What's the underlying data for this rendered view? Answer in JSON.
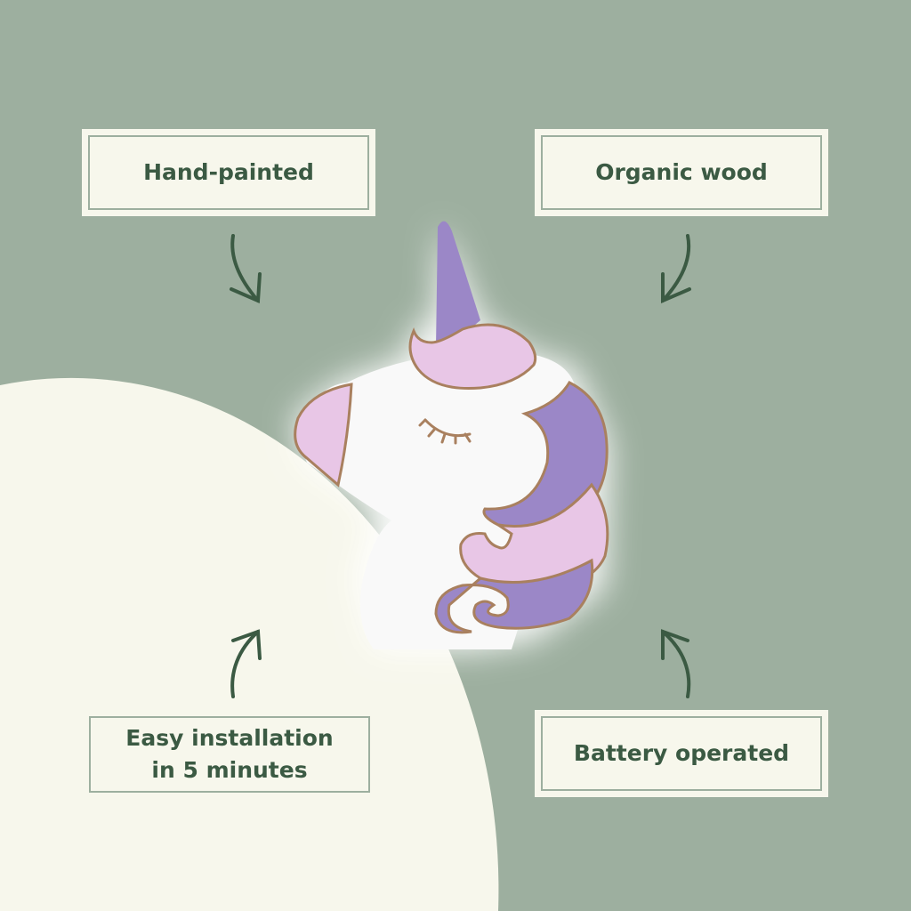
{
  "features": {
    "top_left": "Hand-painted",
    "top_right": "Organic wood",
    "bottom_left_line1": "Easy installation",
    "bottom_left_line2": "in 5 minutes",
    "bottom_right": "Battery operated"
  },
  "colors": {
    "background": "#9daf9f",
    "cream": "#f7f7ec",
    "text": "#3b5a43",
    "pink": "#e8c6e6",
    "purple": "#9b87c7",
    "outline": "#a9805f"
  }
}
